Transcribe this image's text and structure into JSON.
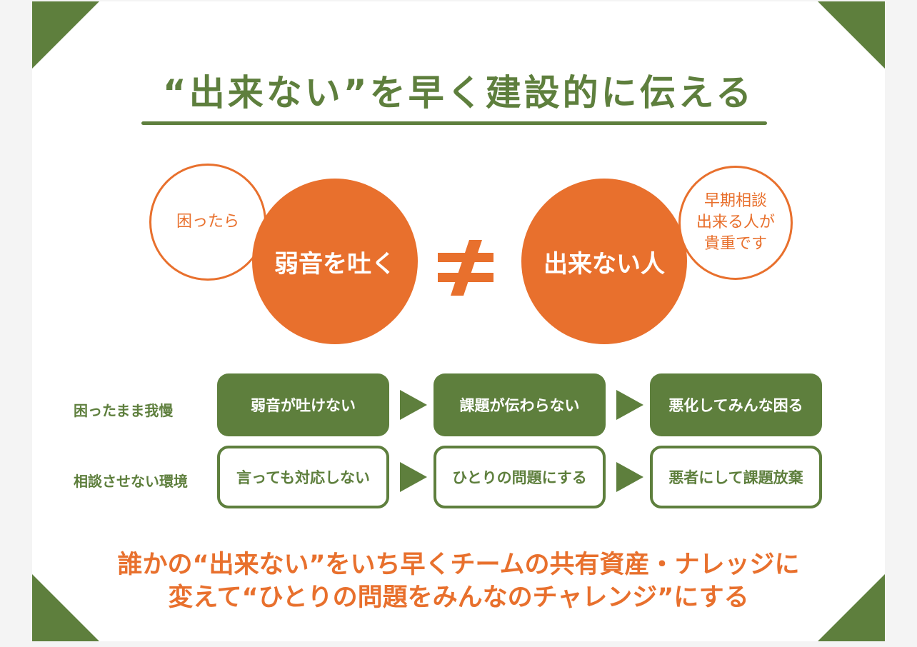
{
  "title": "“出来ない”を早く建設的に伝える",
  "left_group": {
    "ring_text": "困ったら",
    "circle_text": "弱音を吐く"
  },
  "right_group": {
    "circle_text": "出来ない人",
    "ring_lines": [
      "早期相談",
      "出来る人が",
      "貴重です"
    ]
  },
  "neq_symbol": "≠",
  "rows": [
    {
      "label": "困ったまま我慢",
      "steps": [
        "弱音が吐けない",
        "課題が伝わらない",
        "悪化してみんな困る"
      ]
    },
    {
      "label": "相談させない環境",
      "steps": [
        "言っても対応しない",
        "ひとりの問題にする",
        "悪者にして課題放棄"
      ]
    }
  ],
  "bottom_lines": [
    "誰かの“出来ない”をいち早くチームの共有資産・ナレッジに",
    "変えて“ひとりの問題をみんなのチャレンジ”にする"
  ],
  "colors": {
    "green": "#5e7f3d",
    "orange": "#e8702d"
  }
}
